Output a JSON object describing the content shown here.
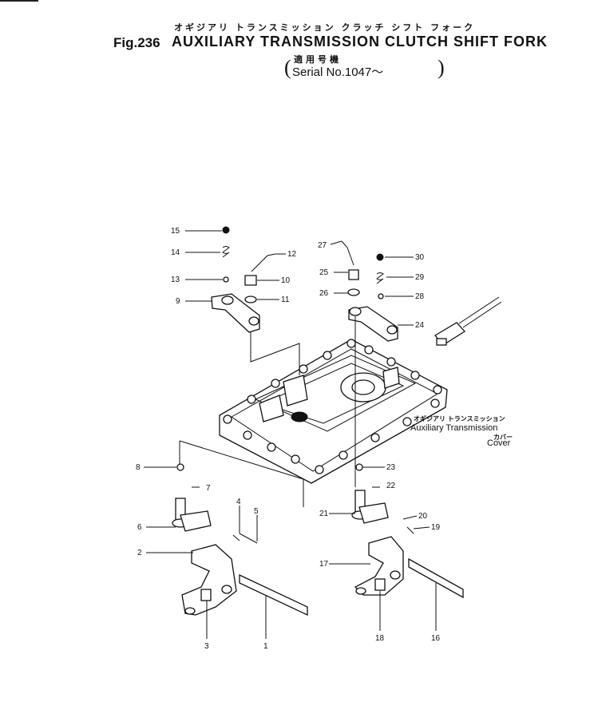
{
  "header": {
    "title_jp": "オギジアリ トランスミッション クラッチ シフト フォーク",
    "fig_label": "Fig.236",
    "title": "AUXILIARY TRANSMISSION CLUTCH SHIFT FORK",
    "serial_jp": "適用号機",
    "serial": "Serial No.1047～"
  },
  "callouts": {
    "n1": "1",
    "n2": "2",
    "n3": "3",
    "n4": "4",
    "n5": "5",
    "n6": "6",
    "n7": "7",
    "n8": "8",
    "n9": "9",
    "n10": "10",
    "n11": "11",
    "n12": "12",
    "n13": "13",
    "n14": "14",
    "n15": "15",
    "n16": "16",
    "n17": "17",
    "n18": "18",
    "n19": "19",
    "n20": "20",
    "n21": "21",
    "n22": "22",
    "n23": "23",
    "n24": "24",
    "n25": "25",
    "n26": "26",
    "n27": "27",
    "n28": "28",
    "n29": "29",
    "n30": "30"
  },
  "cover_label": {
    "jp_line1": "オギジアリ トランスミッション",
    "en_line1": "Auxiliary Transmission",
    "jp_line2": "カバー",
    "en_line2": "Cover"
  }
}
